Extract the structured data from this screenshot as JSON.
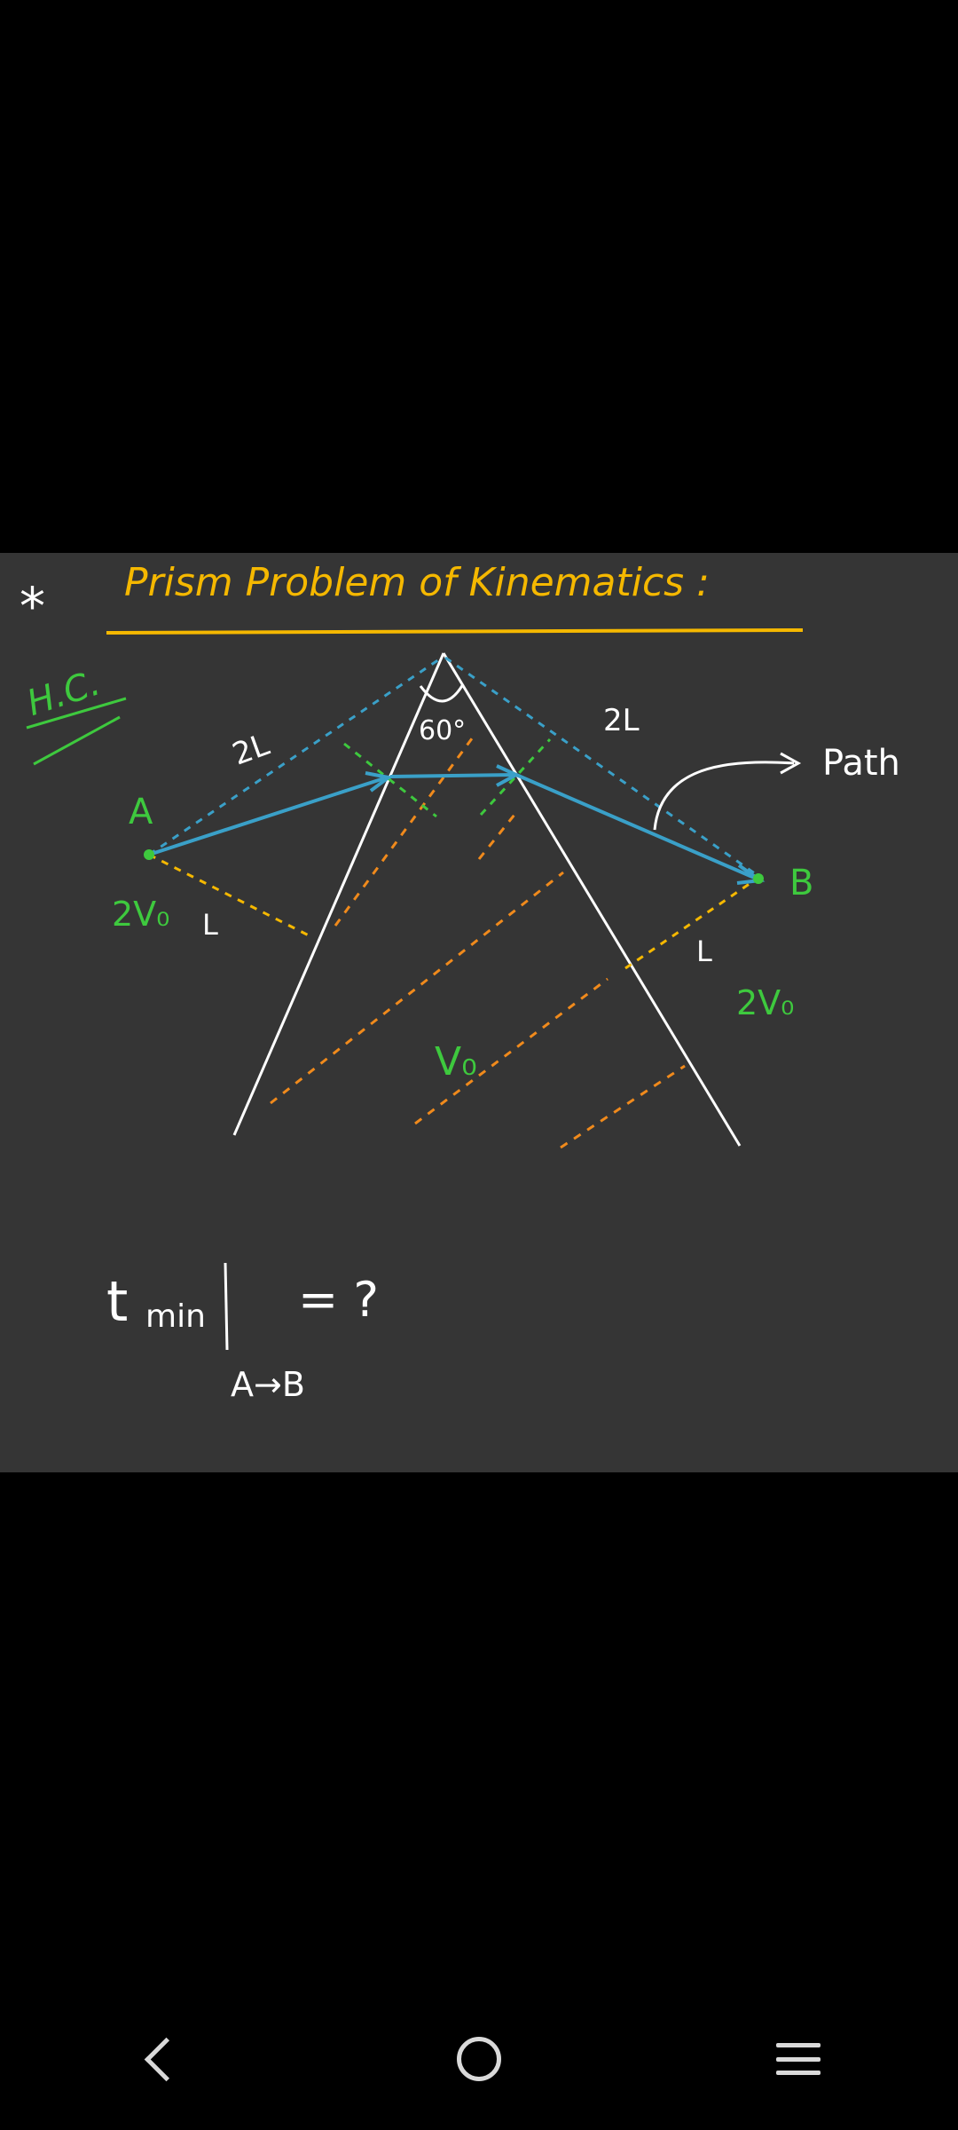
{
  "whiteboard": {
    "title": "Prism Problem of Kinematics :",
    "star": "*",
    "tag": "H.C.",
    "labels": {
      "point_a": "A",
      "point_b": "B",
      "speed_a": "2V₀",
      "speed_b": "2V₀",
      "speed_prism": "V₀",
      "dist_left_slant": "2L",
      "dist_right_slant": "2L",
      "dist_left_perp": "L",
      "dist_right_perp": "L",
      "angle": "60°",
      "path": "Path"
    },
    "question": {
      "t": "t",
      "min": "min",
      "subscript": "A→B",
      "equals": "= ?"
    },
    "colors": {
      "title": "#f5b800",
      "green": "#3ec93e",
      "blue": "#3aa0c8",
      "orange": "#f08a1c",
      "white": "#ffffff"
    }
  },
  "navbar": {
    "back": "back-icon",
    "home": "home-icon",
    "menu": "menu-icon"
  }
}
